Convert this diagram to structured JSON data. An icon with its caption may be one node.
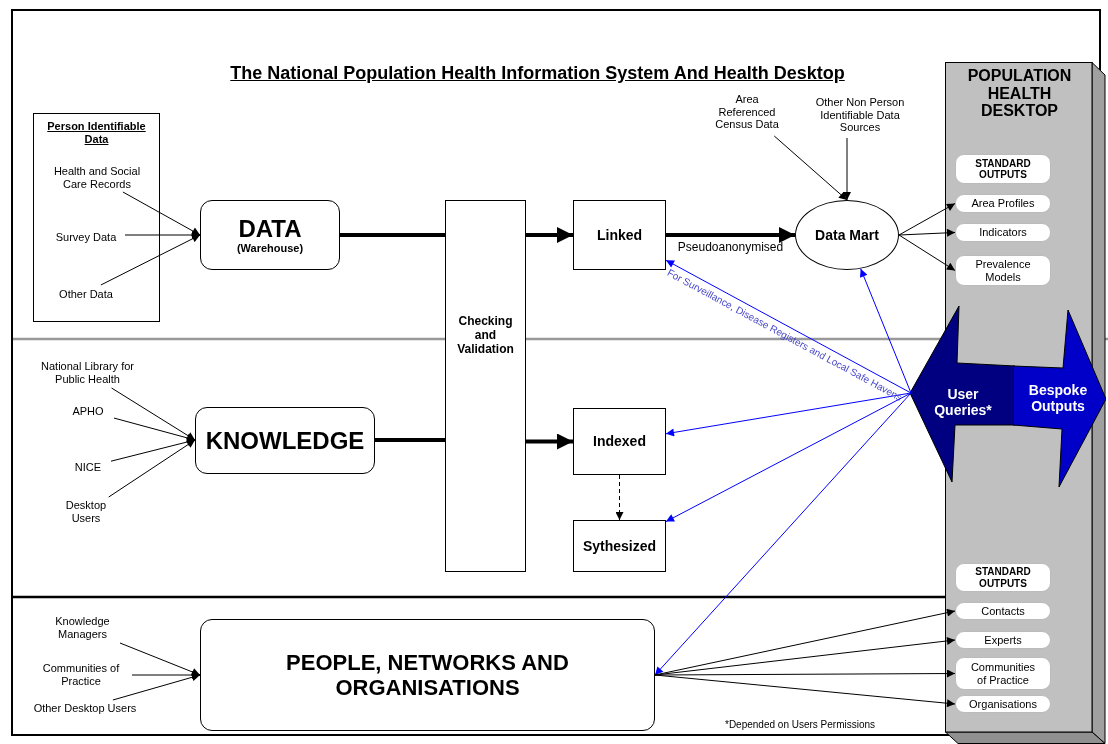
{
  "diagram": {
    "title": "The National Population Health Information System And Health Desktop",
    "nodes": [
      {
        "text": [
          "Person Identifiable Data"
        ]
      },
      {
        "text": [
          "Health and Social Care Records"
        ],
        "in": 0
      },
      {
        "text": [
          "Survey Data"
        ],
        "in": 0
      },
      {
        "text": [
          "Other Data"
        ],
        "in": 0
      },
      {
        "text": [
          "DATA",
          "(Warehouse)"
        ]
      },
      {
        "text": [
          "Checking and Validation"
        ]
      },
      {
        "text": [
          "Linked"
        ]
      },
      {
        "text": [
          "Area Referenced Census Data"
        ]
      },
      {
        "text": [
          "Other Non Person Identifiable Data Sources"
        ]
      },
      {
        "text": [
          "Data Mart"
        ]
      },
      {
        "text": [
          "POPULATION HEALTH DESKTOP"
        ]
      },
      {
        "text": [
          "STANDARD OUTPUTS"
        ],
        "in": 10
      },
      {
        "text": [
          "Area Profiles"
        ],
        "in": 10
      },
      {
        "text": [
          "Indicators"
        ],
        "in": 10
      },
      {
        "text": [
          "Prevalence Models"
        ],
        "in": 10
      },
      {
        "text": [
          "User Queries*"
        ]
      },
      {
        "text": [
          "Bespoke Outputs"
        ]
      },
      {
        "text": [
          "National Library for Public Health"
        ]
      },
      {
        "text": [
          "APHO"
        ]
      },
      {
        "text": [
          "NICE"
        ]
      },
      {
        "text": [
          "Desktop Users"
        ]
      },
      {
        "text": [
          "KNOWLEDGE"
        ]
      },
      {
        "text": [
          "Indexed"
        ]
      },
      {
        "text": [
          "Sythesized"
        ]
      },
      {
        "text": [
          "STANDARD OUTPUTS"
        ],
        "in": 10
      },
      {
        "text": [
          "Contacts"
        ],
        "in": 10
      },
      {
        "text": [
          "Experts"
        ],
        "in": 10
      },
      {
        "text": [
          "Communities of Practice"
        ],
        "in": 10
      },
      {
        "text": [
          "Organisations"
        ],
        "in": 10
      },
      {
        "text": [
          "Knowledge Managers"
        ]
      },
      {
        "text": [
          "Communities of Practice"
        ]
      },
      {
        "text": [
          "Other Desktop Users"
        ]
      },
      {
        "text": [
          "PEOPLE, NETWORKS AND ORGANISATIONS"
        ]
      }
    ],
    "edges": [
      {
        "from": 1,
        "to": 4,
        "arrow": "to"
      },
      {
        "from": 2,
        "to": 4,
        "arrow": "to"
      },
      {
        "from": 3,
        "to": 4,
        "arrow": "to"
      },
      {
        "from": 4,
        "to": 5,
        "arrow": "none",
        "style": "thick"
      },
      {
        "from": 5,
        "to": 6,
        "arrow": "to",
        "style": "thick"
      },
      {
        "from": 6,
        "to": 9,
        "arrow": "to",
        "style": "thick",
        "label": "Pseudoanonymised"
      },
      {
        "from": 7,
        "to": 9,
        "arrow": "to"
      },
      {
        "from": 8,
        "to": 9,
        "arrow": "to"
      },
      {
        "from": 9,
        "to": 12,
        "arrow": "to"
      },
      {
        "from": 9,
        "to": 13,
        "arrow": "to"
      },
      {
        "from": 9,
        "to": 14,
        "arrow": "to"
      },
      {
        "from": 15,
        "to": 6,
        "arrow": "to",
        "color": "#0000ff",
        "label": "For Surveillance, Disease Registers and Local Safe Havens"
      },
      {
        "from": 15,
        "to": 9,
        "arrow": "to",
        "color": "#0000ff"
      },
      {
        "from": 15,
        "to": 22,
        "arrow": "to",
        "color": "#0000ff"
      },
      {
        "from": 15,
        "to": 23,
        "arrow": "to",
        "color": "#0000ff"
      },
      {
        "from": 15,
        "to": 32,
        "arrow": "to",
        "color": "#0000ff"
      },
      {
        "from": 17,
        "to": 21,
        "arrow": "to"
      },
      {
        "from": 18,
        "to": 21,
        "arrow": "to"
      },
      {
        "from": 19,
        "to": 21,
        "arrow": "to"
      },
      {
        "from": 20,
        "to": 21,
        "arrow": "to"
      },
      {
        "from": 21,
        "to": 5,
        "arrow": "none",
        "style": "thick"
      },
      {
        "from": 5,
        "to": 22,
        "arrow": "to",
        "style": "thick"
      },
      {
        "from": 22,
        "to": 23,
        "arrow": "to",
        "style": "dashed"
      },
      {
        "from": 29,
        "to": 32,
        "arrow": "to"
      },
      {
        "from": 30,
        "to": 32,
        "arrow": "to"
      },
      {
        "from": 31,
        "to": 32,
        "arrow": "to"
      },
      {
        "from": 32,
        "to": 25,
        "arrow": "to"
      },
      {
        "from": 32,
        "to": 26,
        "arrow": "to"
      },
      {
        "from": 32,
        "to": 27,
        "arrow": "to"
      },
      {
        "from": 32,
        "to": 28,
        "arrow": "to"
      }
    ],
    "labels": [
      "*Depended on Users Permissions"
    ]
  }
}
